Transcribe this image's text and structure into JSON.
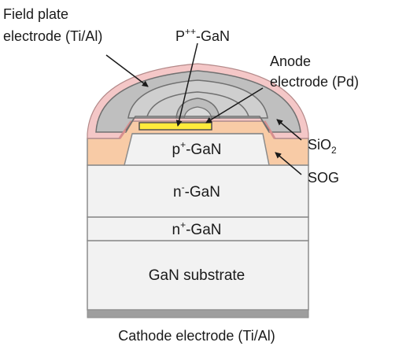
{
  "labels": {
    "field_plate_line1": "Field plate",
    "field_plate_line2": "electrode (Ti/Al)",
    "pgan_top_base": "P",
    "pgan_top_sup": "++",
    "pgan_top_rest": "-GaN",
    "anode_line1": "Anode",
    "anode_line2": "electrode (Pd)",
    "sio2_base": "SiO",
    "sio2_sub": "2",
    "sog": "SOG",
    "p_gan_base": "p",
    "p_gan_sup": "+",
    "p_gan_rest": "-GaN",
    "n_minus_base": "n",
    "n_minus_sup": "-",
    "n_minus_rest": "-GaN",
    "n_plus_base": "n",
    "n_plus_sup": "+",
    "n_plus_rest": "-GaN",
    "substrate": "GaN substrate",
    "cathode": "Cathode electrode (Ti/Al)"
  },
  "colors": {
    "gan": "#f2f2f2",
    "layer_border": "#8c8c8c",
    "sog": "#f8cba6",
    "sio2": "#f4c7c7",
    "field_plate": "#bfbfbf",
    "field_plate_border": "#707070",
    "anode": "#ffeb3b",
    "cathode": "#9e9e9e"
  }
}
